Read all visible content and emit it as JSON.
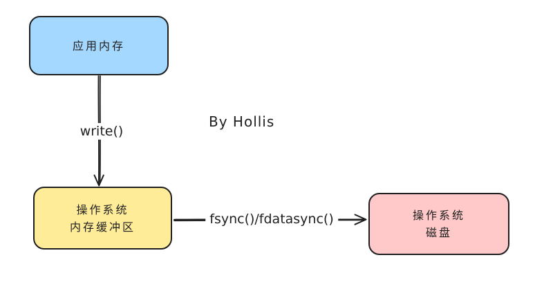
{
  "canvas": {
    "background": "#ffffff",
    "stroke": "#1e1e1e"
  },
  "nodes": {
    "app_memory": {
      "label": "应用内存",
      "fill": "#a5d8ff"
    },
    "os_buffer": {
      "label": "操作系统\n内存缓冲区",
      "fill": "#ffec99"
    },
    "os_disk": {
      "label": "操作系统\n磁盘",
      "fill": "#ffc9c9"
    }
  },
  "edges": {
    "write": {
      "label": "write()"
    },
    "fsync": {
      "label": "fsync()/fdatasync()"
    }
  },
  "annotation": {
    "credit": "By Hollis"
  }
}
